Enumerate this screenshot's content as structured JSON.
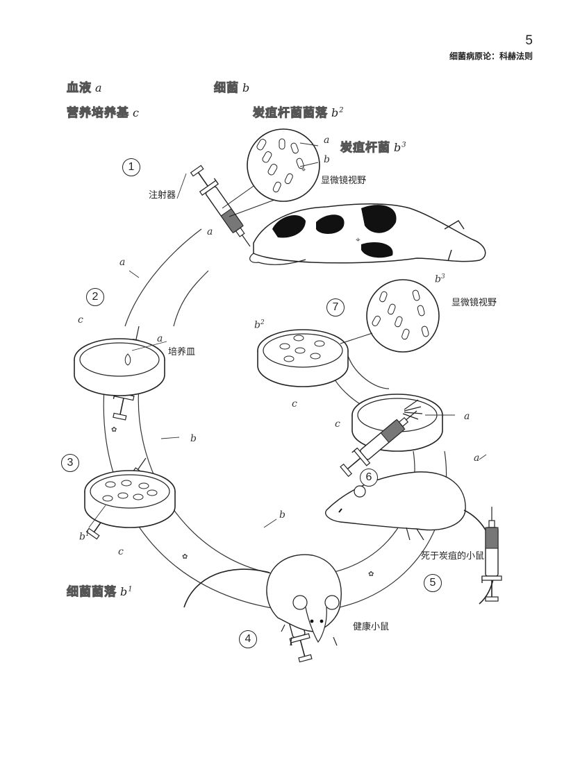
{
  "header": {
    "page_number": "5",
    "title": "细菌病原论：科赫法则"
  },
  "legend": {
    "blood": {
      "label": "血液",
      "letter": "a"
    },
    "bacteria": {
      "label": "细菌",
      "letter": "b"
    },
    "medium": {
      "label": "营养培养基",
      "letter": "c"
    },
    "anthrax_colony": {
      "label": "炭疽杆菌菌落",
      "letter": "b",
      "sup": "2"
    },
    "anthrax_bacillus": {
      "label": "炭疽杆菌",
      "letter": "b",
      "sup": "3"
    },
    "colony": {
      "label": "细菌菌落",
      "letter": "b",
      "sup": "1"
    }
  },
  "labels": {
    "syringe": "注射器",
    "microscope_field_1": "显微镜视野",
    "microscope_field_2": "显微镜视野",
    "petri_dish": "培养皿",
    "dead_mouse": "死于炭疽的小鼠",
    "healthy_mouse": "健康小鼠"
  },
  "letters": {
    "a": "a",
    "b": "b",
    "c": "c",
    "b1": "b",
    "b1s": "1",
    "b2": "b",
    "b2s": "2",
    "b3": "b",
    "b3s": "3"
  },
  "steps": [
    "1",
    "2",
    "3",
    "4",
    "5",
    "6",
    "7"
  ]
}
